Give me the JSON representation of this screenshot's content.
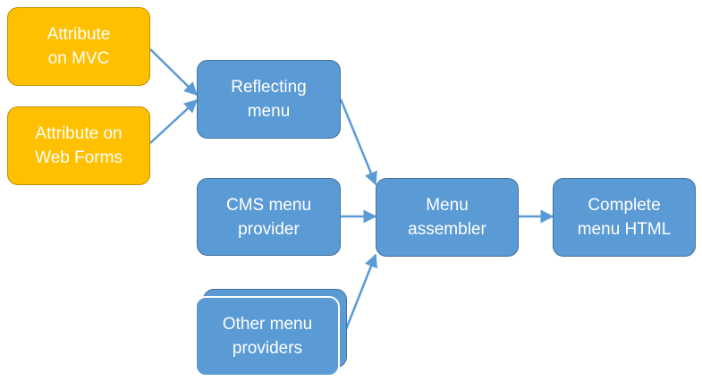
{
  "diagram": {
    "nodes": {
      "attr_mvc": "Attribute\non MVC",
      "attr_webforms": "Attribute on\nWeb Forms",
      "reflecting_menu": "Reflecting\nmenu",
      "cms_provider": "CMS menu\nprovider",
      "other_providers": "Other menu\nproviders",
      "menu_assembler": "Menu\nassembler",
      "complete_html": "Complete\nmenu HTML"
    },
    "edges": [
      {
        "from": "attr_mvc",
        "to": "reflecting_menu"
      },
      {
        "from": "attr_webforms",
        "to": "reflecting_menu"
      },
      {
        "from": "reflecting_menu",
        "to": "menu_assembler"
      },
      {
        "from": "cms_provider",
        "to": "menu_assembler"
      },
      {
        "from": "other_providers",
        "to": "menu_assembler"
      },
      {
        "from": "menu_assembler",
        "to": "complete_html"
      }
    ],
    "colors": {
      "source_fill": "#ffc000",
      "source_border": "#bf9000",
      "process_fill": "#5b9bd5",
      "process_border": "#41719c",
      "arrow": "#5b9bd5"
    }
  }
}
